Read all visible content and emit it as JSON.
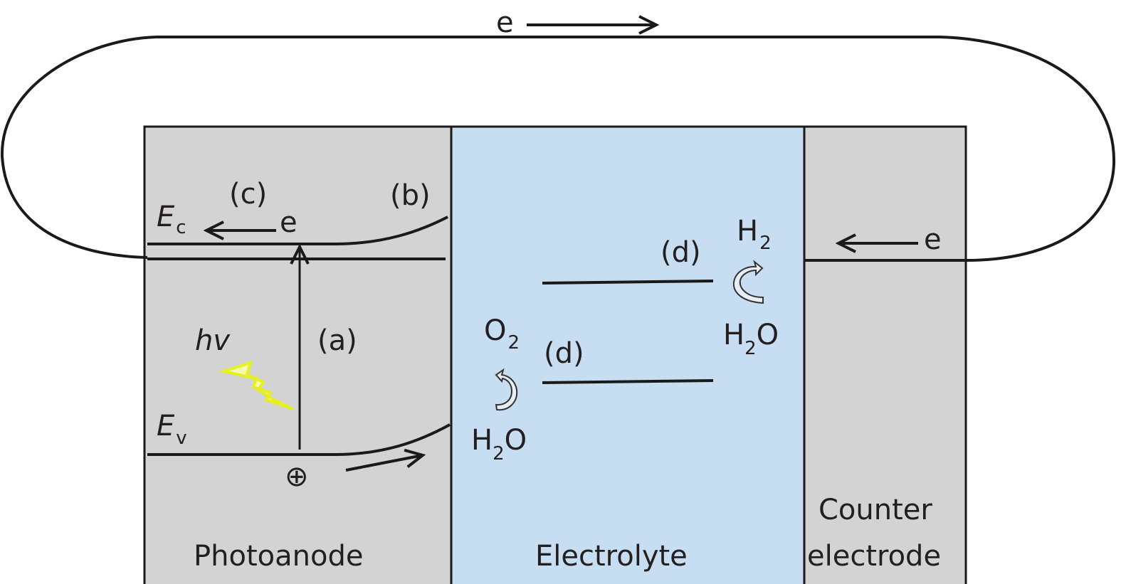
{
  "colors": {
    "semiconductor": "#d3d3d3",
    "electrolyte": "#c6ddf2",
    "line": "#1a1a1a",
    "photon": "#e6f020"
  },
  "circuit": {
    "electron_label": "e"
  },
  "photoanode": {
    "label": "Photoanode",
    "conduction_band": {
      "symbol": "E",
      "subscript": "c"
    },
    "valence_band": {
      "symbol": "E",
      "subscript": "v"
    },
    "photon_label": "hv",
    "electron_label": "e",
    "hole_symbol": "⊕",
    "steps": {
      "a": "(a)",
      "b": "(b)",
      "c": "(c)"
    }
  },
  "electrolyte": {
    "label": "Electrolyte",
    "upper_reaction": {
      "step": "(d)",
      "product": "H",
      "product_sub": "2",
      "reactant_h": "H",
      "reactant_sub": "2",
      "reactant_o": "O"
    },
    "lower_reaction": {
      "step": "(d)",
      "product": "O",
      "product_sub": "2",
      "reactant_h": "H",
      "reactant_sub": "2",
      "reactant_o": "O"
    }
  },
  "counter_electrode": {
    "label_line1": "Counter",
    "label_line2": "electrode",
    "electron_label": "e"
  }
}
